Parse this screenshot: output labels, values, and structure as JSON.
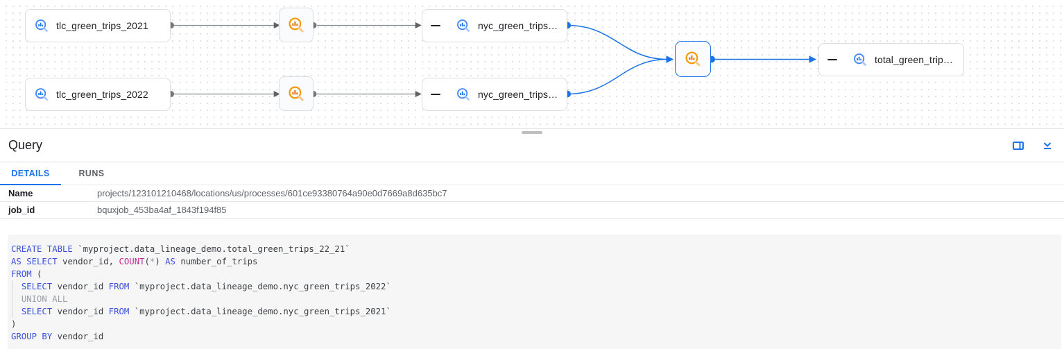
{
  "graph": {
    "nodes": {
      "tlc2021": {
        "label": "tlc_green_trips_2021",
        "type": "table"
      },
      "tlc2022": {
        "label": "tlc_green_trips_2022",
        "type": "table"
      },
      "nyc2021": {
        "label": "nyc_green_trips…",
        "type": "table"
      },
      "nyc2022": {
        "label": "nyc_green_trips…",
        "type": "table"
      },
      "total": {
        "label": "total_green_trip…",
        "type": "table"
      }
    },
    "icons": {
      "table_icon": "bigquery-table-icon",
      "process_icon": "query-process-icon",
      "collapse_icon": "minus-icon"
    }
  },
  "panel": {
    "title": "Query",
    "header_icons": [
      "split-view-icon",
      "collapse-panel-icon"
    ],
    "tabs": [
      {
        "label": "DETAILS",
        "active": true
      },
      {
        "label": "RUNS",
        "active": false
      }
    ],
    "fields": [
      {
        "label": "Name",
        "value": "projects/123101210468/locations/us/processes/601ce93380764a90e0d7669a8d635bc7"
      },
      {
        "label": "job_id",
        "value": "bquxjob_453ba4af_1843f194f85"
      }
    ]
  },
  "code": {
    "language": "sql",
    "lines": [
      [
        [
          "CREATE TABLE",
          "kw"
        ],
        [
          " `myproject.data_lineage_demo.total_green_trips_22_21`",
          "pl"
        ]
      ],
      [
        [
          "AS SELECT",
          "kw"
        ],
        [
          " vendor_id, ",
          "pl"
        ],
        [
          "COUNT",
          "fn"
        ],
        [
          "(",
          "pl"
        ],
        [
          "*",
          "gr"
        ],
        [
          ") ",
          "pl"
        ],
        [
          "AS",
          "kw"
        ],
        [
          " number_of_trips",
          "pl"
        ]
      ],
      [
        [
          "FROM",
          "kw"
        ],
        [
          " (",
          "pl"
        ]
      ],
      [
        [
          "  ",
          "pl"
        ],
        [
          "SELECT",
          "kw"
        ],
        [
          " vendor_id ",
          "pl"
        ],
        [
          "FROM",
          "kw"
        ],
        [
          " `myproject.data_lineage_demo.nyc_green_trips_2022`",
          "pl"
        ]
      ],
      [
        [
          "  ",
          "pl"
        ],
        [
          "UNION ALL",
          "gr"
        ]
      ],
      [
        [
          "  ",
          "pl"
        ],
        [
          "SELECT",
          "kw"
        ],
        [
          " vendor_id ",
          "pl"
        ],
        [
          "FROM",
          "kw"
        ],
        [
          " `myproject.data_lineage_demo.nyc_green_trips_2021`",
          "pl"
        ]
      ],
      [
        [
          ")",
          "pl"
        ]
      ],
      [
        [
          "GROUP BY",
          "kw"
        ],
        [
          " vendor_id",
          "pl"
        ]
      ]
    ]
  },
  "colors": {
    "accent_blue": "#1a73e8",
    "edge_gray": "#80868b",
    "table_icon_blue": "#4285f4",
    "process_icon_orange": "#f29900",
    "keyword": "#3b4fd8",
    "function": "#c4258f",
    "comment_gray": "#9aa0a6",
    "code_background": "#f6f6f7"
  }
}
